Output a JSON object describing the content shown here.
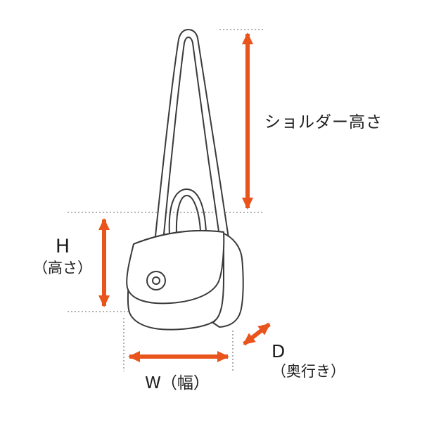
{
  "diagram": {
    "accent_color": "#E8541C",
    "line_color": "#3A3A3A",
    "guide_color": "#9A9A9A",
    "labels": {
      "shoulder_height": "ショルダー高さ",
      "height_letter": "H",
      "height_paren": "（高さ）",
      "width": "W（幅）",
      "depth_letter": "D",
      "depth_paren": "（奥行き）"
    }
  }
}
